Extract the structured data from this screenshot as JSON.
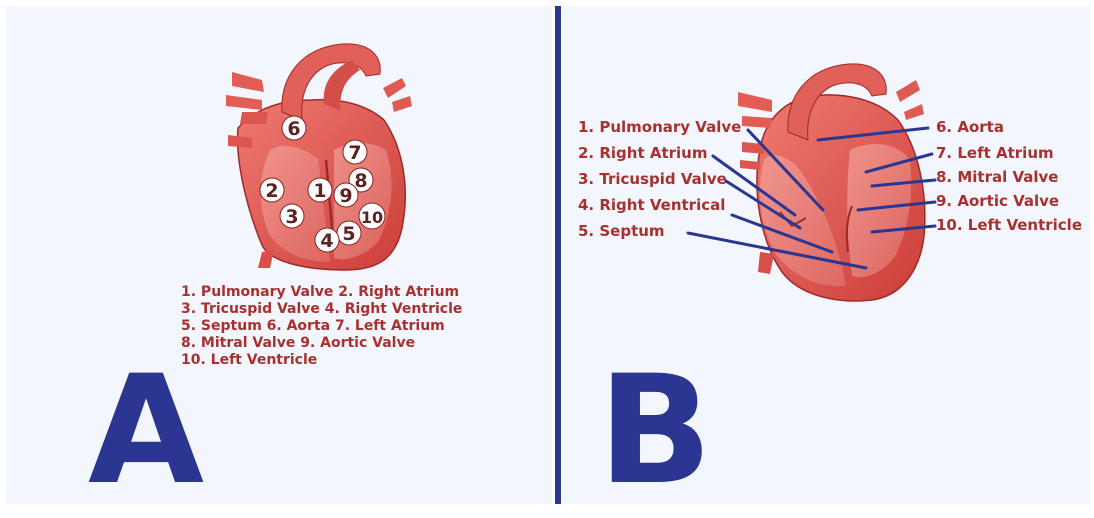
{
  "colors": {
    "panel_bg": "#f3f7fd",
    "divider": "#2b3592",
    "label_red": "#a8302e",
    "pointer_blue": "#2b3592",
    "heart_red": "#e05b55"
  },
  "panel_a": {
    "letter": "A",
    "number_markers": [
      "1",
      "2",
      "3",
      "4",
      "5",
      "6",
      "7",
      "8",
      "9",
      "10"
    ],
    "legend_lines": [
      "1. Pulmonary Valve  2. Right Atrium",
      "3. Tricuspid Valve  4. Right Ventricle",
      "5.  Septum  6. Aorta  7.  Left Atrium",
      "8. Mitral Valve  9. Aortic Valve",
      "10. Left Ventricle"
    ]
  },
  "panel_b": {
    "letter": "B",
    "left_labels": [
      "1. Pulmonary Valve",
      "2. Right Atrium",
      "3. Tricuspid Valve",
      "4. Right Ventrical",
      "5.  Septum"
    ],
    "right_labels": [
      "6. Aorta",
      "7.  Left Atrium",
      "8. Mitral Valve",
      "9. Aortic Valve",
      "10. Left Ventricle"
    ]
  }
}
